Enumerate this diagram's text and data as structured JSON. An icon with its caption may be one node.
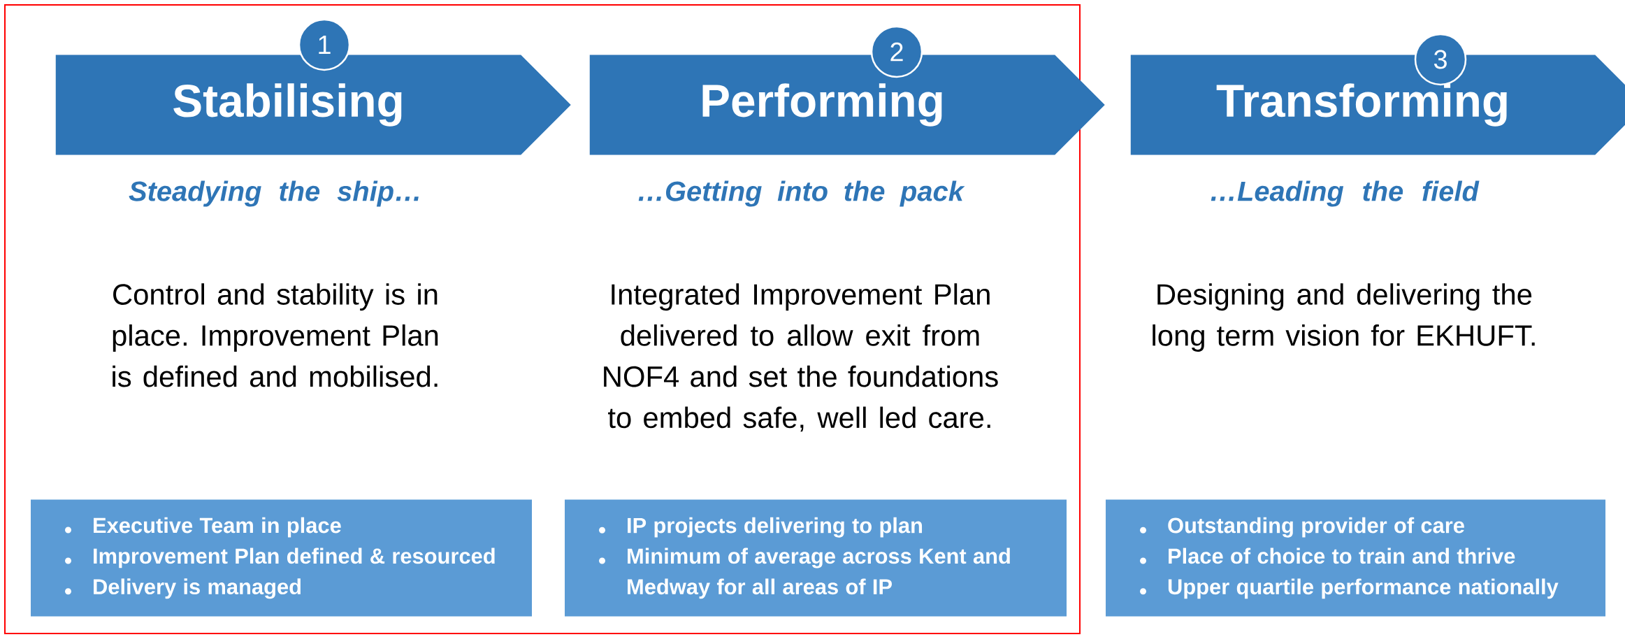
{
  "diagram": {
    "nodes": [
      {
        "text": [
          "1"
        ]
      },
      {
        "text": [
          "Stabilising"
        ]
      },
      {
        "text": [
          "Executive Team in place",
          "Improvement Plan defined & resourced",
          "Delivery is managed"
        ]
      },
      {
        "text": [
          "2"
        ]
      },
      {
        "text": [
          "Performing"
        ]
      },
      {
        "text": [
          "IP projects delivering to plan",
          "Minimum of average across Kent and Medway for all areas of IP"
        ]
      },
      {
        "text": [
          "3"
        ]
      },
      {
        "text": [
          "Transforming"
        ]
      },
      {
        "text": [
          "Outstanding provider of care",
          "Place of choice to train and thrive",
          "Upper quartile performance nationally"
        ]
      }
    ],
    "labels": [
      "Steadying the ship…",
      "…Getting into the pack",
      "…Leading the field",
      "Control and stability is in place. Improvement Plan is defined and mobilised.",
      "Integrated Improvement Plan delivered to allow exit from NOF4 and set the foundations to embed safe, well led care.",
      "Designing and delivering the long term vision for EKHUFT."
    ]
  }
}
